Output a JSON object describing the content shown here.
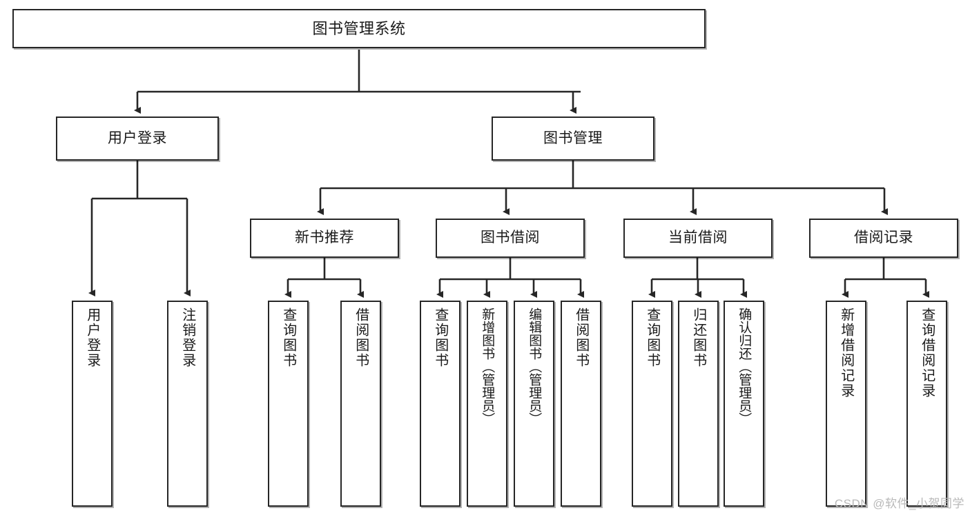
{
  "diagram": {
    "kind": "tree-hierarchy-chart",
    "title": "图书管理系统",
    "watermark": "CSDN @软件_小贺同学",
    "colors": {
      "node_border": "#262626",
      "node_fill": "#ffffff",
      "edge": "#262626",
      "watermark": "#b9b9b9",
      "background": "#ffffff"
    }
  },
  "nodes": {
    "root": {
      "label": "图书管理系统"
    },
    "level2": [
      {
        "label": "用户登录"
      },
      {
        "label": "图书管理"
      }
    ],
    "level3": [
      {
        "label": "新书推荐"
      },
      {
        "label": "图书借阅"
      },
      {
        "label": "当前借阅"
      },
      {
        "label": "借阅记录"
      }
    ],
    "leaves": {
      "user_login": [
        {
          "label": "用户登录"
        },
        {
          "label": "注销登录"
        }
      ],
      "new_book_recommend": [
        {
          "label": "查询图书"
        },
        {
          "label": "借阅图书"
        }
      ],
      "book_borrow": [
        {
          "label": "查询图书"
        },
        {
          "label": "新增图书（管理员）"
        },
        {
          "label": "编辑图书（管理员）"
        },
        {
          "label": "借阅图书"
        }
      ],
      "current_borrow": [
        {
          "label": "查询图书"
        },
        {
          "label": "归还图书"
        },
        {
          "label": "确认归还（管理员）"
        }
      ],
      "borrow_record": [
        {
          "label": "新增借阅记录"
        },
        {
          "label": "查询借阅记录"
        }
      ]
    }
  },
  "tree_structure": {
    "name": "图书管理系统",
    "children": [
      {
        "name": "用户登录",
        "children": [
          {
            "name": "用户登录"
          },
          {
            "name": "注销登录"
          }
        ]
      },
      {
        "name": "图书管理",
        "children": [
          {
            "name": "新书推荐",
            "children": [
              {
                "name": "查询图书"
              },
              {
                "name": "借阅图书"
              }
            ]
          },
          {
            "name": "图书借阅",
            "children": [
              {
                "name": "查询图书"
              },
              {
                "name": "新增图书（管理员）"
              },
              {
                "name": "编辑图书（管理员）"
              },
              {
                "name": "借阅图书"
              }
            ]
          },
          {
            "name": "当前借阅",
            "children": [
              {
                "name": "查询图书"
              },
              {
                "name": "归还图书"
              },
              {
                "name": "确认归还（管理员）"
              }
            ]
          },
          {
            "name": "借阅记录",
            "children": [
              {
                "name": "新增借阅记录"
              },
              {
                "name": "查询借阅记录"
              }
            ]
          }
        ]
      }
    ]
  }
}
